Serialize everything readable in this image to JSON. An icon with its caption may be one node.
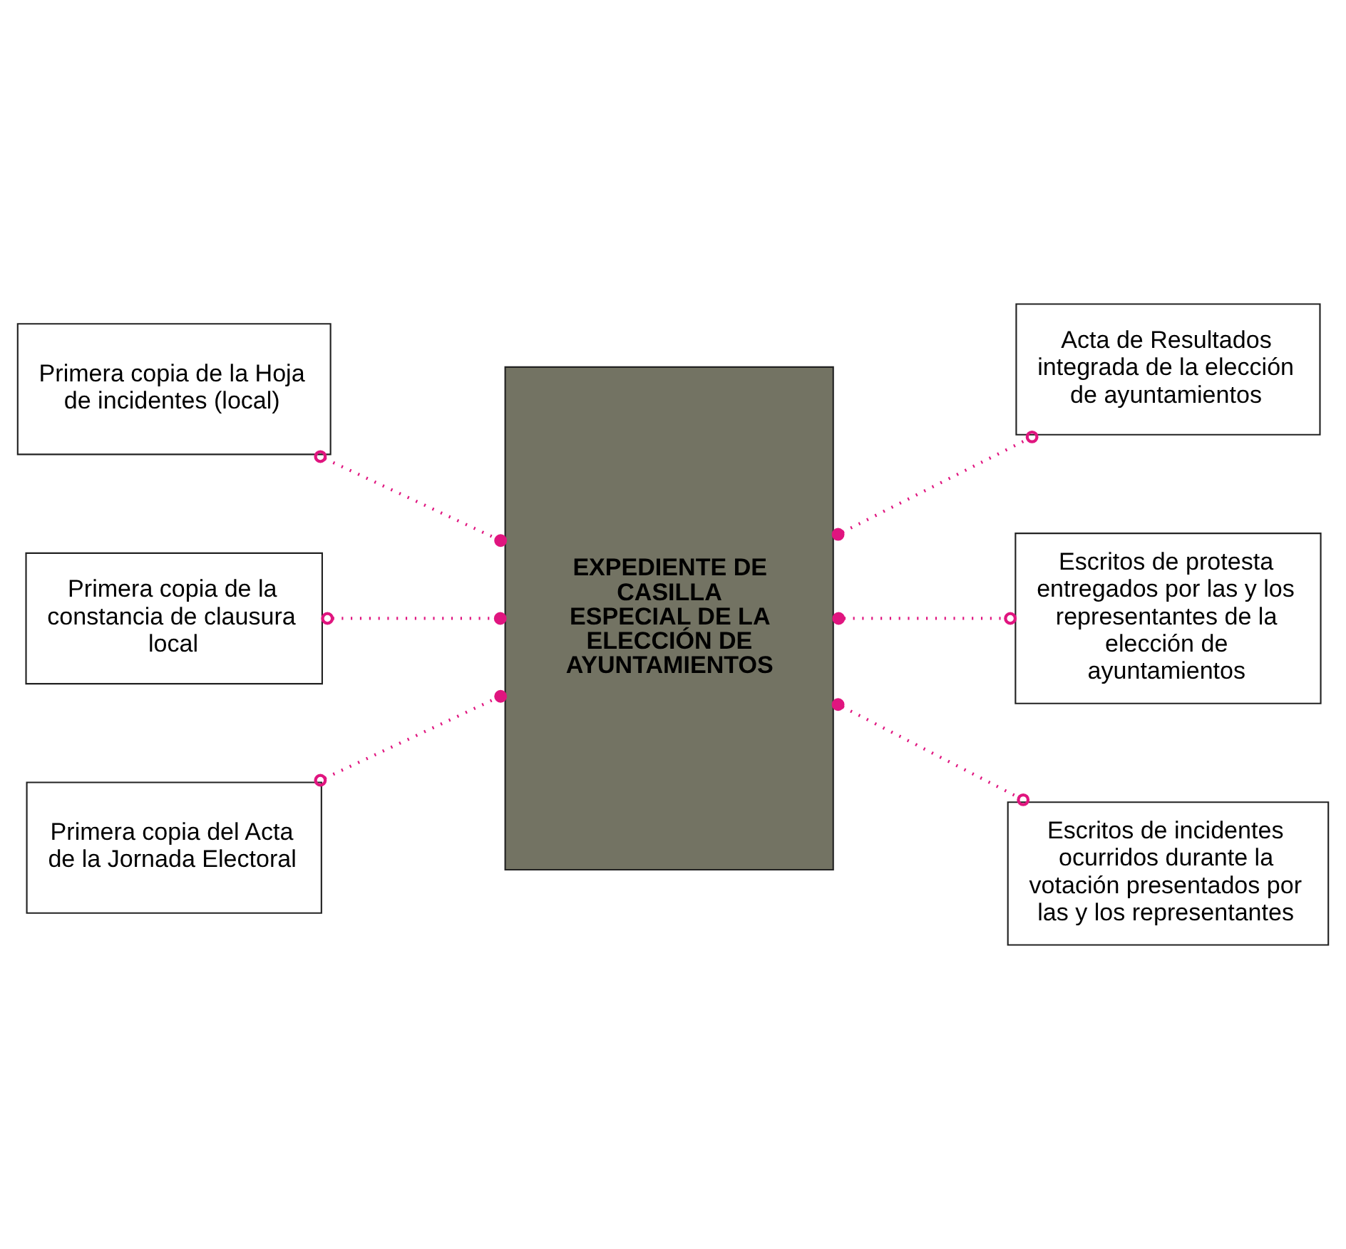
{
  "diagram": {
    "nodes": [
      {
        "text": [
          "Primera copia de la Hoja de incidentes (local)"
        ]
      },
      {
        "text": [
          "Acta de Resultados integrada de la elección de ayuntamientos"
        ]
      },
      {
        "text": [
          "Primera copia de la constancia de clausura local"
        ]
      },
      {
        "text": [
          "EXPEDIENTE DE CASILLA ESPECIAL DE LA ELECCIÓN DE AYUNTAMIENTOS"
        ]
      },
      {
        "text": [
          "Escritos de protesta entregados por las y los representantes de la elección de ayuntamientos"
        ]
      },
      {
        "text": [
          "Primera copia del Acta de la Jornada Electoral"
        ]
      },
      {
        "text": [
          "Escritos de incidentes ocurridos durante la votación presentados por las y los representantes"
        ]
      }
    ],
    "edges": [
      {
        "from": 0,
        "to": 3,
        "arrow": "other",
        "style": "dashed"
      },
      {
        "from": 3,
        "to": 1,
        "arrow": "other",
        "style": "dashed"
      },
      {
        "from": 2,
        "to": 3,
        "arrow": "other",
        "style": "dashed"
      },
      {
        "from": 3,
        "to": 4,
        "arrow": "other",
        "style": "dashed"
      },
      {
        "from": 5,
        "to": 3,
        "arrow": "other",
        "style": "dashed"
      },
      {
        "from": 3,
        "to": 6,
        "arrow": "other",
        "style": "dashed"
      }
    ]
  }
}
